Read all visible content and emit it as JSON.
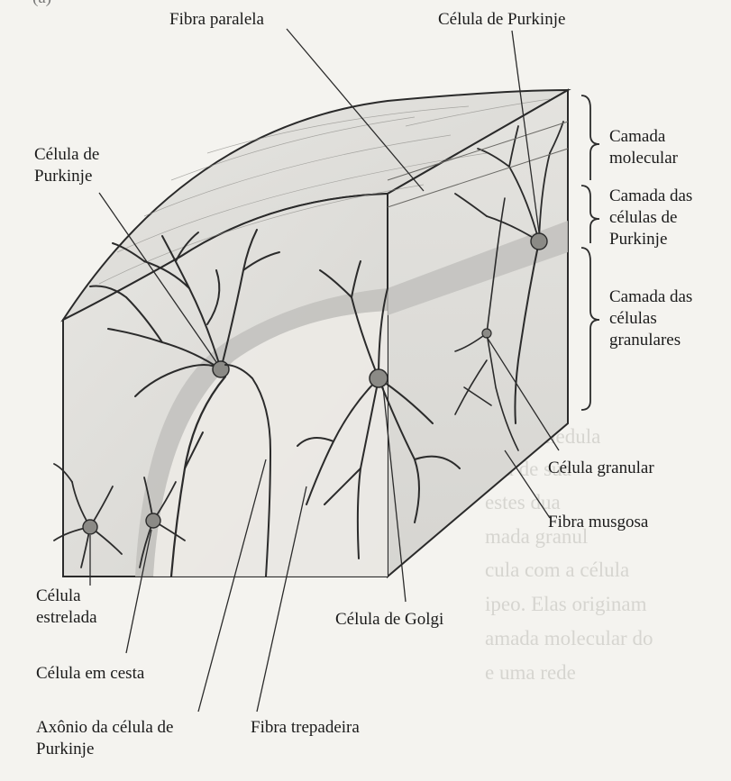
{
  "figure": {
    "panel_letter": "(a)",
    "labels": {
      "fibra_paralela": "Fibra paralela",
      "celula_purkinje_top": "Célula de Purkinje",
      "celula_purkinje_left": "Célula de Purkinje",
      "camada_molecular": "Camada molecular",
      "camada_purkinje": "Camada das células de Purkinje",
      "camada_granulares": "Camada das células granulares",
      "celula_granular": "Célula granular",
      "fibra_musgosa": "Fibra musgosa",
      "celula_estrelada": "Célula estrelada",
      "celula_cesta": "Célula em cesta",
      "axonio": "Axônio da célula de Purkinje",
      "fibra_trepadeira": "Fibra trepadeira",
      "celula_golgi": "Célula de Golgi"
    },
    "bleed_text": [
      "o e da medula",
      "ecu de sua",
      "estes dua",
      "mada granul",
      "cula com a célula",
      "ipeo. Elas originam",
      "amada molecular do",
      "e uma rede",
      "...",
      "..."
    ],
    "colors": {
      "paper": "#f4f3ef",
      "ink": "#2a2a2a",
      "shade": "#c9c8c4",
      "band": "#b9b8b4"
    }
  }
}
